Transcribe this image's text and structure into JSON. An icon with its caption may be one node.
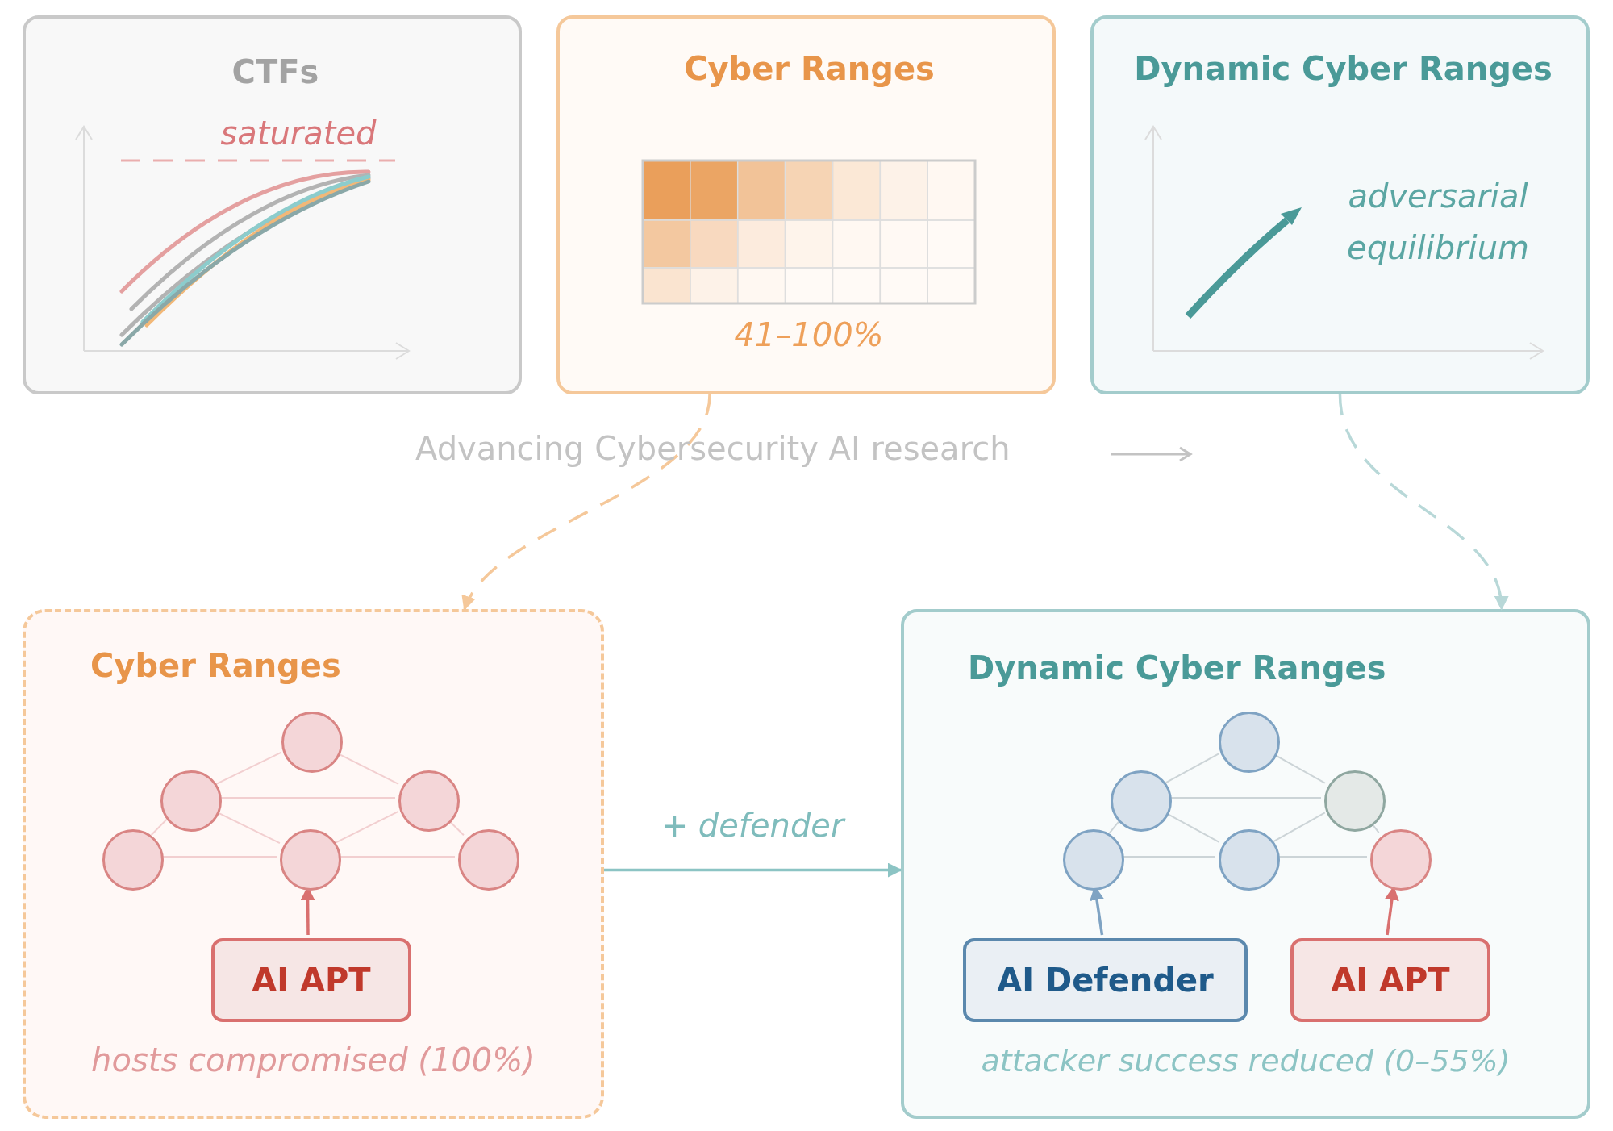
{
  "diagram": {
    "nodes": [
      {
        "text": [
          "CTFs",
          "saturated"
        ]
      },
      {
        "text": [
          "Cyber Ranges",
          "41–100%"
        ]
      },
      {
        "text": [
          "Dynamic Cyber Ranges",
          "adversarial equilibrium"
        ]
      },
      {
        "text": [
          "Cyber Ranges",
          "hosts compromised (100%)"
        ]
      },
      {
        "text": [],
        "shape": "circle",
        "in": 3
      },
      {
        "text": [],
        "shape": "circle",
        "in": 3
      },
      {
        "text": [],
        "shape": "circle",
        "in": 3
      },
      {
        "text": [],
        "shape": "circle",
        "in": 3
      },
      {
        "text": [],
        "shape": "circle",
        "in": 3
      },
      {
        "text": [],
        "shape": "circle",
        "in": 3
      },
      {
        "text": [
          "AI APT"
        ],
        "in": 3
      },
      {
        "text": [
          "Dynamic Cyber Ranges",
          "attacker success reduced (0–55%)"
        ]
      },
      {
        "text": [],
        "shape": "circle",
        "in": 11
      },
      {
        "text": [],
        "shape": "circle",
        "in": 11
      },
      {
        "text": [],
        "shape": "circle",
        "in": 11
      },
      {
        "text": [],
        "shape": "circle",
        "in": 11
      },
      {
        "text": [],
        "shape": "circle",
        "in": 11
      },
      {
        "text": [],
        "shape": "circle",
        "in": 11
      },
      {
        "text": [
          "AI Defender"
        ],
        "in": 11
      },
      {
        "text": [
          "AI APT"
        ],
        "in": 11
      }
    ],
    "edges": [
      {
        "from": 4,
        "to": 5,
        "arrow": "none",
        "color": "#f2cfd0"
      },
      {
        "from": 4,
        "to": 6,
        "arrow": "none",
        "color": "#f2cfd0"
      },
      {
        "from": 5,
        "to": 6,
        "arrow": "none",
        "color": "#f2cfd0"
      },
      {
        "from": 5,
        "to": 7,
        "arrow": "none",
        "color": "#f2cfd0"
      },
      {
        "from": 5,
        "to": 8,
        "arrow": "none",
        "color": "#f2cfd0"
      },
      {
        "from": 6,
        "to": 8,
        "arrow": "none",
        "color": "#f2cfd0"
      },
      {
        "from": 6,
        "to": 9,
        "arrow": "none",
        "color": "#f2cfd0"
      },
      {
        "from": 7,
        "to": 8,
        "arrow": "none",
        "color": "#f2cfd0"
      },
      {
        "from": 8,
        "to": 9,
        "arrow": "none",
        "color": "#f2cfd0"
      },
      {
        "from": 10,
        "to": 8,
        "arrow": "to",
        "color": "#d9706f"
      },
      {
        "from": 12,
        "to": 13,
        "arrow": "none"
      },
      {
        "from": 12,
        "to": 14,
        "arrow": "none"
      },
      {
        "from": 13,
        "to": 14,
        "arrow": "none"
      },
      {
        "from": 13,
        "to": 15,
        "arrow": "none"
      },
      {
        "from": 13,
        "to": 16,
        "arrow": "none"
      },
      {
        "from": 14,
        "to": 16,
        "arrow": "none"
      },
      {
        "from": 14,
        "to": 17,
        "arrow": "none"
      },
      {
        "from": 15,
        "to": 16,
        "arrow": "none"
      },
      {
        "from": 16,
        "to": 17,
        "arrow": "none"
      },
      {
        "from": 18,
        "to": 15,
        "arrow": "to",
        "color": "#7fa3c3"
      },
      {
        "from": 19,
        "to": 17,
        "arrow": "to",
        "color": "#d9706f"
      },
      {
        "from": 1,
        "to": 3,
        "arrow": "to",
        "style": "dashed",
        "color": "#f5c89a"
      },
      {
        "from": 2,
        "to": 11,
        "arrow": "to",
        "style": "dashed",
        "color": "#b8d8d8"
      },
      {
        "from": 3,
        "to": 11,
        "arrow": "to",
        "label": "+ defender",
        "color": "#8cc4c4"
      }
    ],
    "labels": [
      "Advancing Cybersecurity AI research"
    ]
  }
}
